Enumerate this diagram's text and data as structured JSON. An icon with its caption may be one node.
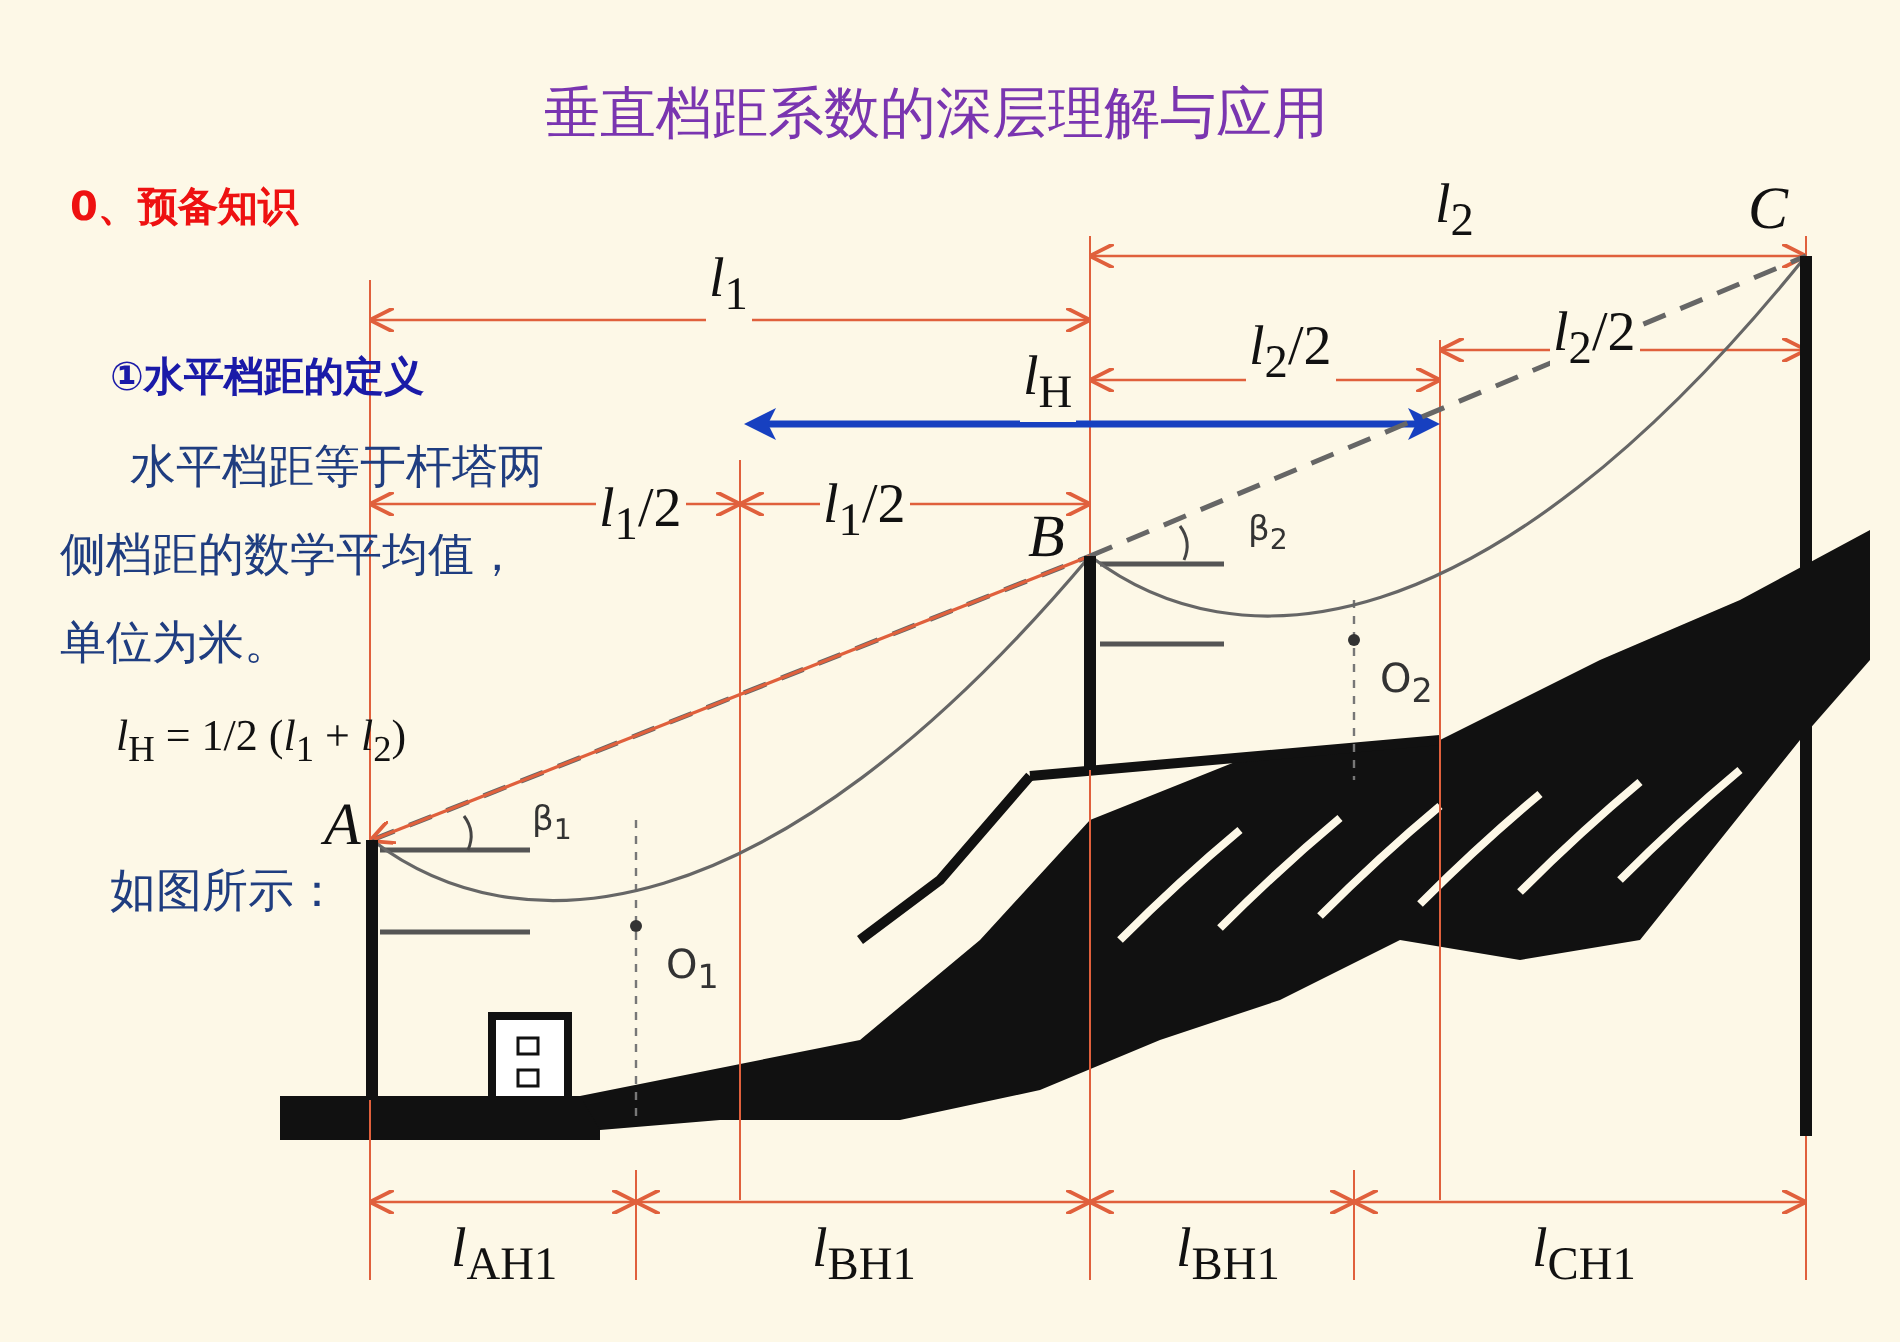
{
  "diagram": {
    "title": "垂直档距系数的深层理解与应用",
    "nodes": [
      {
        "text": [],
        "shape": "bar",
        "beside": [
          "A"
        ]
      },
      {
        "text": [],
        "shape": "bar",
        "beside": [
          "B"
        ]
      },
      {
        "text": [],
        "shape": "bar",
        "beside": [
          "C"
        ]
      }
    ],
    "edges": [
      {
        "from": 0,
        "to": 1,
        "arrow": "none",
        "style": "dashed"
      },
      {
        "from": 1,
        "to": 0,
        "arrow": "to",
        "color": "#e0603c"
      },
      {
        "from": 1,
        "to": 2,
        "arrow": "none",
        "style": "dashed"
      },
      {
        "from": 0,
        "to": 1,
        "arrow": "none"
      },
      {
        "from": 1,
        "to": 2,
        "arrow": "none"
      }
    ],
    "labels": [
      "0、预备知识",
      "*l*$_{1}$",
      "*l*$_{2}$",
      "①水平档距的定义",
      "*l*$_{2}$/2",
      "*l*$_{2}$/2",
      "*l*$_{H}$",
      "水平档距等于杆塔两侧档距的数学平均值，单位为米。",
      "*l*$_{1}$/2",
      "*l*$_{1}$/2",
      "β$_{2}$",
      "O$_{2}$",
      "*l*$_{H}$ = 1/2 (*l*$_{1}$ + *l*$_{2}$)",
      "β$_{1}$",
      "如图所示：",
      "O$_{1}$",
      "*l*$_{AH1}$",
      "*l*$_{BH1}$",
      "*l*$_{BH1}$",
      "*l*$_{CH1}$"
    ]
  }
}
